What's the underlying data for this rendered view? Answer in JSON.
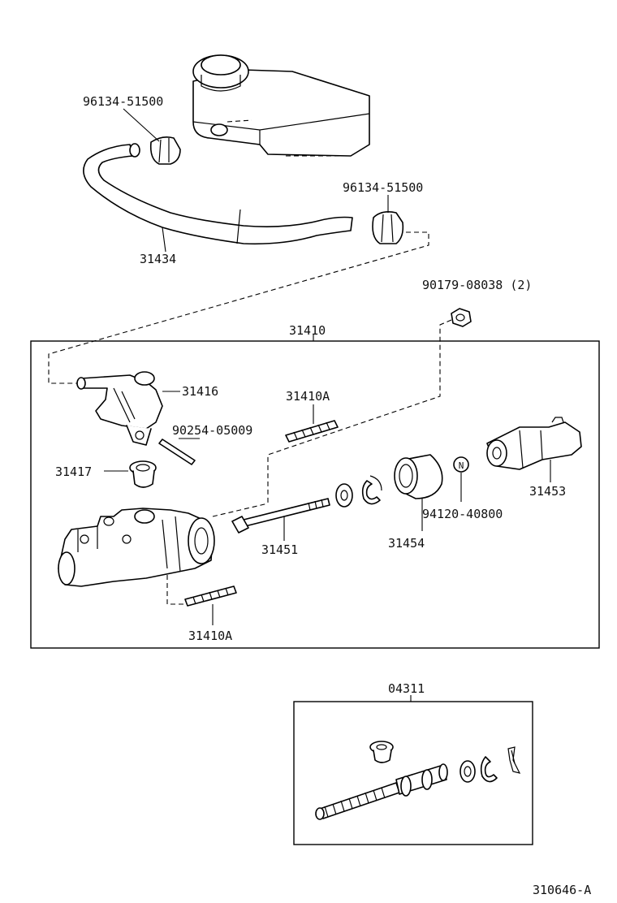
{
  "diagram": {
    "labels": {
      "clip_upper": "96134-51500",
      "clip_lower": "96134-51500",
      "hose": "31434",
      "nut": "90179-08038 (2)",
      "assembly": "31410",
      "union": "31416",
      "stud_upper": "31410A",
      "pin": "90254-05009",
      "grommet": "31417",
      "push_rod_boot": "31453",
      "push_rod": "31451",
      "boot": "31454",
      "nut_n": "94120-40800",
      "stud_lower": "31410A",
      "kit": "04311",
      "figure_id": "310646-A"
    },
    "n_marker": "N"
  }
}
